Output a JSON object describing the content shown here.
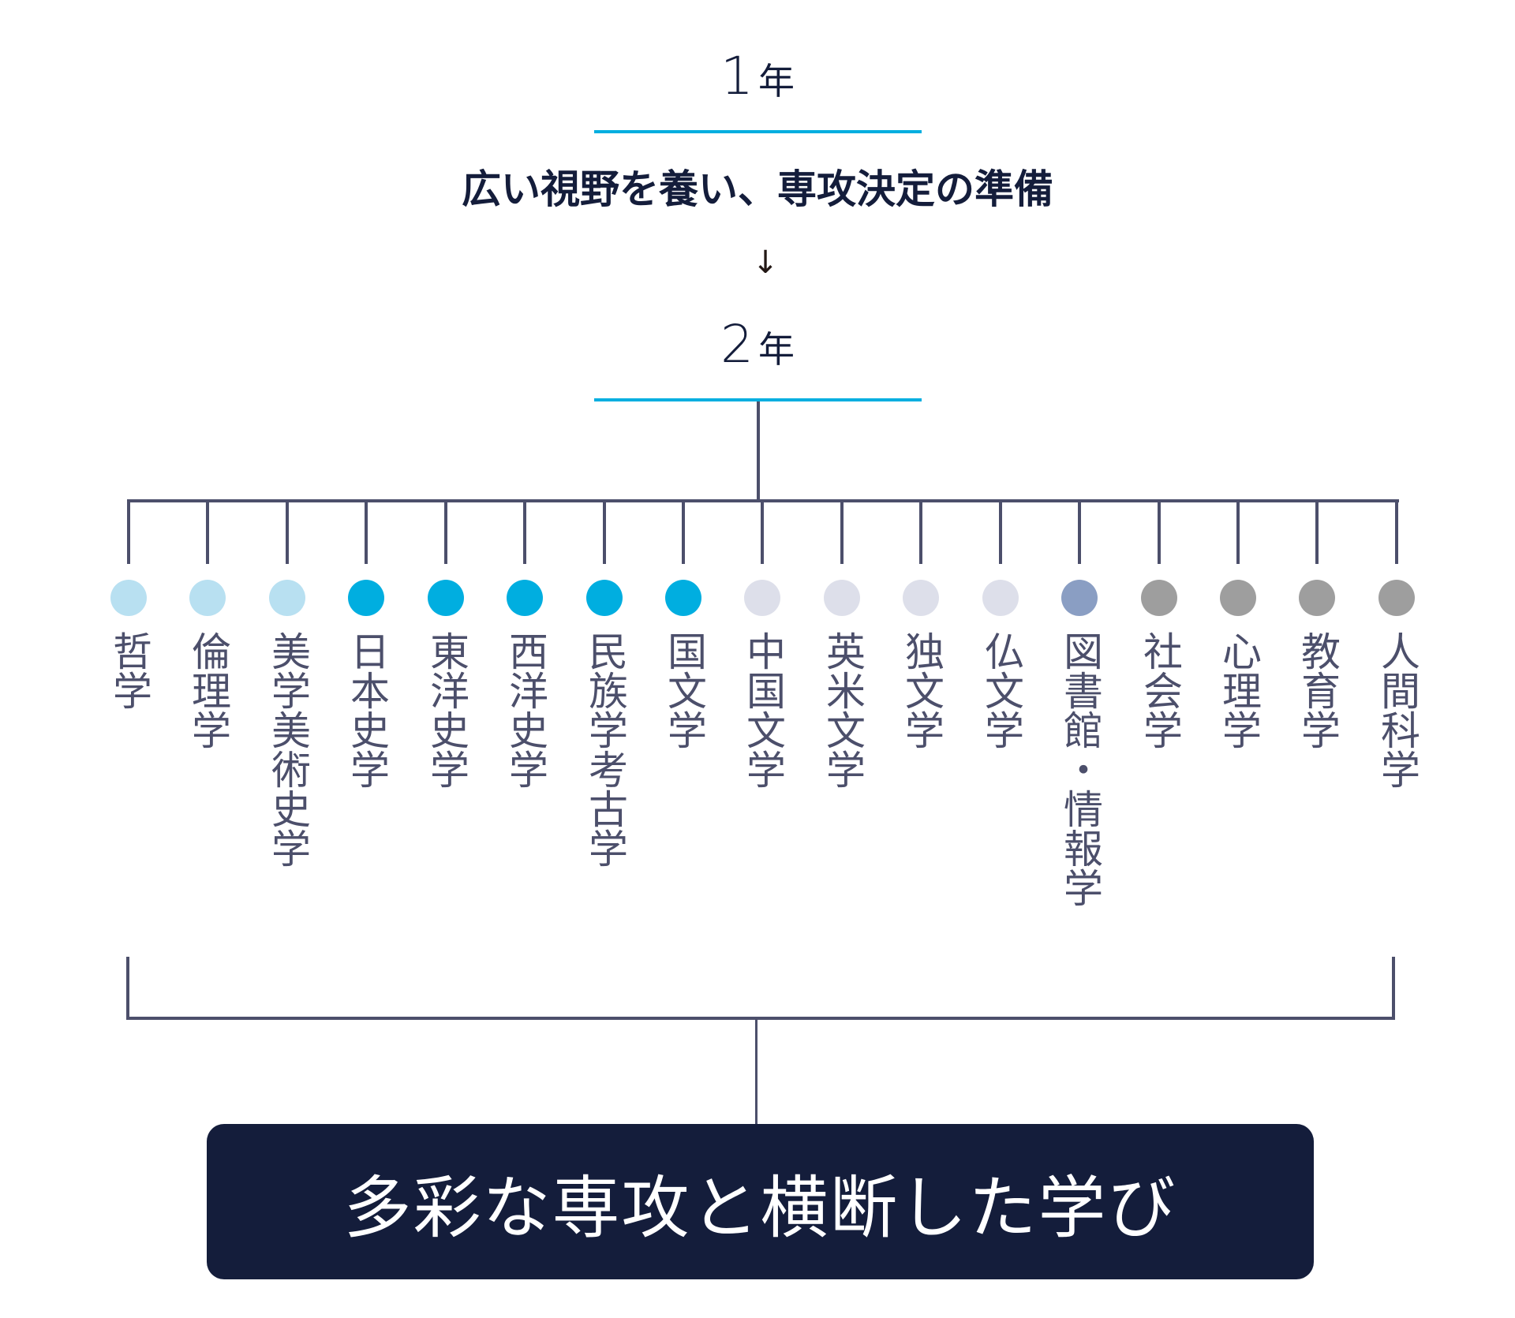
{
  "year1": {
    "number": "1",
    "unit": "年"
  },
  "year1_subtitle": "広い視野を養い、専攻決定の準備",
  "arrow": "↓",
  "year2": {
    "number": "2",
    "unit": "年"
  },
  "colors": {
    "accent_line": "#00aee0",
    "connector": "#4c4f6b",
    "label_text": "#4c4f6b",
    "heading_text": "#141d3b",
    "box_bg": "#141d3b",
    "box_text": "#ffffff",
    "group_philosophy": "#b8e0f1",
    "group_history": "#00aee0",
    "group_literature": "#dddfea",
    "group_library": "#8a9ec3",
    "group_human_science": "#9e9e9e"
  },
  "majors": [
    {
      "label": "哲学",
      "color": "#b8e0f1"
    },
    {
      "label": "倫理学",
      "color": "#b8e0f1"
    },
    {
      "label": "美学美術史学",
      "color": "#b8e0f1"
    },
    {
      "label": "日本史学",
      "color": "#00aee0"
    },
    {
      "label": "東洋史学",
      "color": "#00aee0"
    },
    {
      "label": "西洋史学",
      "color": "#00aee0"
    },
    {
      "label": "民族学考古学",
      "color": "#00aee0"
    },
    {
      "label": "国文学",
      "color": "#00aee0"
    },
    {
      "label": "中国文学",
      "color": "#dddfea"
    },
    {
      "label": "英米文学",
      "color": "#dddfea"
    },
    {
      "label": "独文学",
      "color": "#dddfea"
    },
    {
      "label": "仏文学",
      "color": "#dddfea"
    },
    {
      "label": "図書館・情報学",
      "color": "#8a9ec3"
    },
    {
      "label": "社会学",
      "color": "#9e9e9e"
    },
    {
      "label": "心理学",
      "color": "#9e9e9e"
    },
    {
      "label": "教育学",
      "color": "#9e9e9e"
    },
    {
      "label": "人間科学",
      "color": "#9e9e9e"
    }
  ],
  "final_box_label": "多彩な専攻と横断した学び"
}
